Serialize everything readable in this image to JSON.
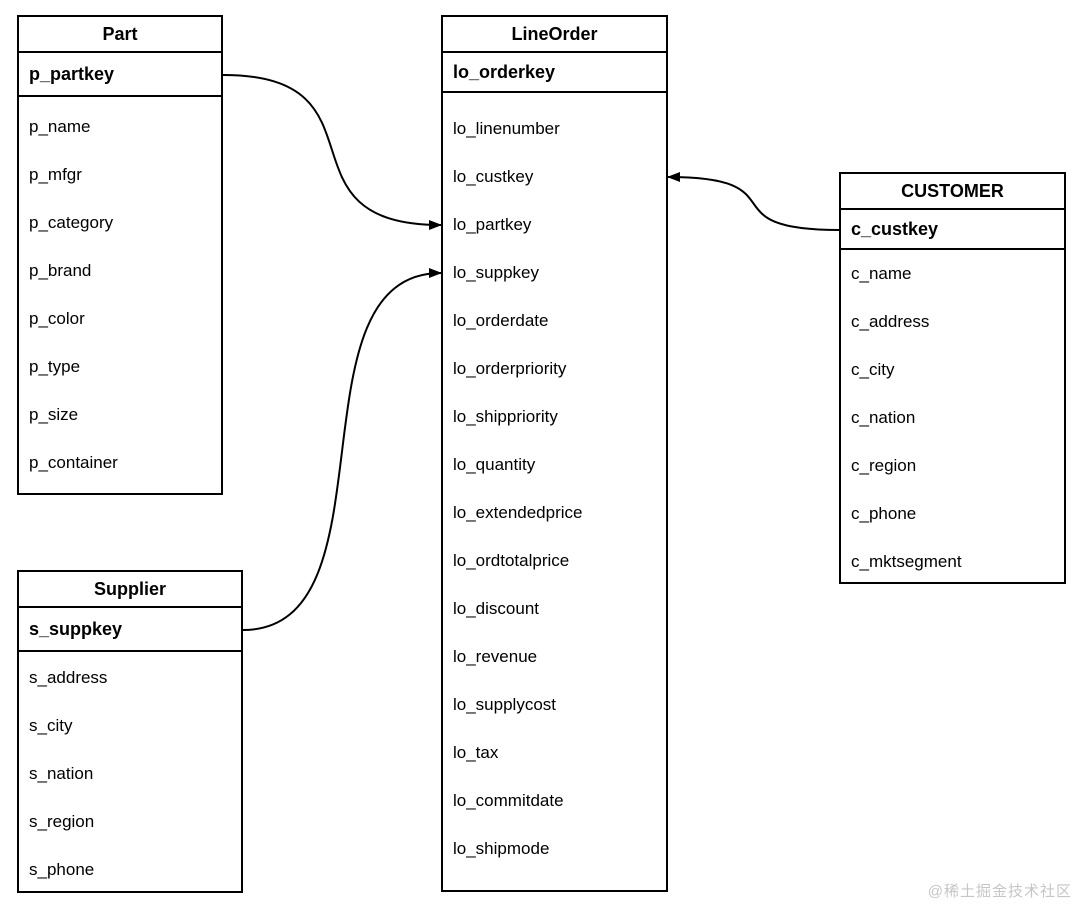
{
  "diagram": {
    "type": "er-schema",
    "tables": [
      {
        "id": "part",
        "title": "Part",
        "primary_key": "p_partkey",
        "fields": [
          "p_name",
          "p_mfgr",
          "p_category",
          "p_brand",
          "p_color",
          "p_type",
          "p_size",
          "p_container"
        ]
      },
      {
        "id": "lineorder",
        "title": "LineOrder",
        "primary_key": "lo_orderkey",
        "fields": [
          "lo_linenumber",
          "lo_custkey",
          "lo_partkey",
          "lo_suppkey",
          "lo_orderdate",
          "lo_orderpriority",
          "lo_shippriority",
          "lo_quantity",
          "lo_extendedprice",
          "lo_ordtotalprice",
          "lo_discount",
          "lo_revenue",
          "lo_supplycost",
          "lo_tax",
          "lo_commitdate",
          "lo_shipmode"
        ]
      },
      {
        "id": "supplier",
        "title": "Supplier",
        "primary_key": "s_suppkey",
        "fields": [
          "s_address",
          "s_city",
          "s_nation",
          "s_region",
          "s_phone"
        ]
      },
      {
        "id": "customer",
        "title": "CUSTOMER",
        "primary_key": "c_custkey",
        "fields": [
          "c_name",
          "c_address",
          "c_city",
          "c_nation",
          "c_region",
          "c_phone",
          "c_mktsegment"
        ]
      }
    ],
    "relationships": [
      {
        "from": "part.p_partkey",
        "from_side": "right",
        "to": "lineorder.lo_partkey",
        "to_side": "left"
      },
      {
        "from": "supplier.s_suppkey",
        "from_side": "right",
        "to": "lineorder.lo_suppkey",
        "to_side": "left"
      },
      {
        "from": "customer.c_custkey",
        "from_side": "left",
        "to": "lineorder.lo_custkey",
        "to_side": "right"
      }
    ],
    "colors": {
      "line": "#000000",
      "box_border": "#000000",
      "background": "#ffffff",
      "text": "#000000",
      "watermark": "#c6c6c6"
    }
  },
  "watermark": {
    "text": "@稀土掘金技术社区"
  }
}
